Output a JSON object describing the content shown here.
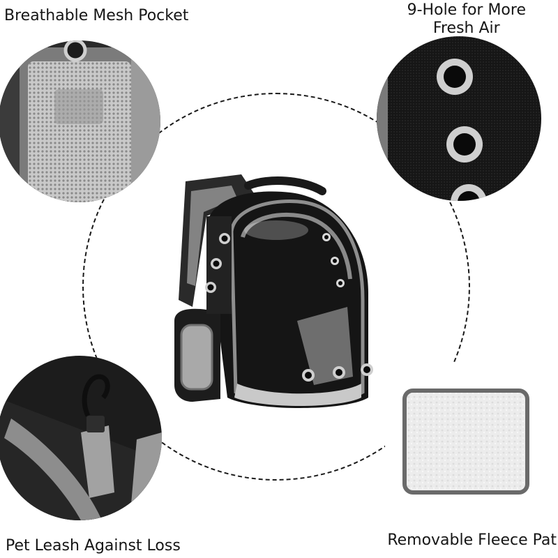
{
  "features": {
    "mesh_pocket": {
      "label": "Breathable Mesh Pocket"
    },
    "air_holes": {
      "label_line1": "9-Hole for More",
      "label_line2": "Fresh Air"
    },
    "leash": {
      "label": "Pet Leash Against Loss"
    },
    "fleece_pad": {
      "label": "Removable Fleece Pat"
    }
  },
  "colors": {
    "bag_body": "#151515",
    "trim_gray": "#8e8e8e",
    "mesh_gray": "#b8b8b8",
    "fleece": "#eeeeee",
    "dashed_ring": "#1a1a1a"
  },
  "icons": [
    "air-hole-grommet",
    "leash-clip",
    "mesh-panel",
    "fleece-pad"
  ]
}
